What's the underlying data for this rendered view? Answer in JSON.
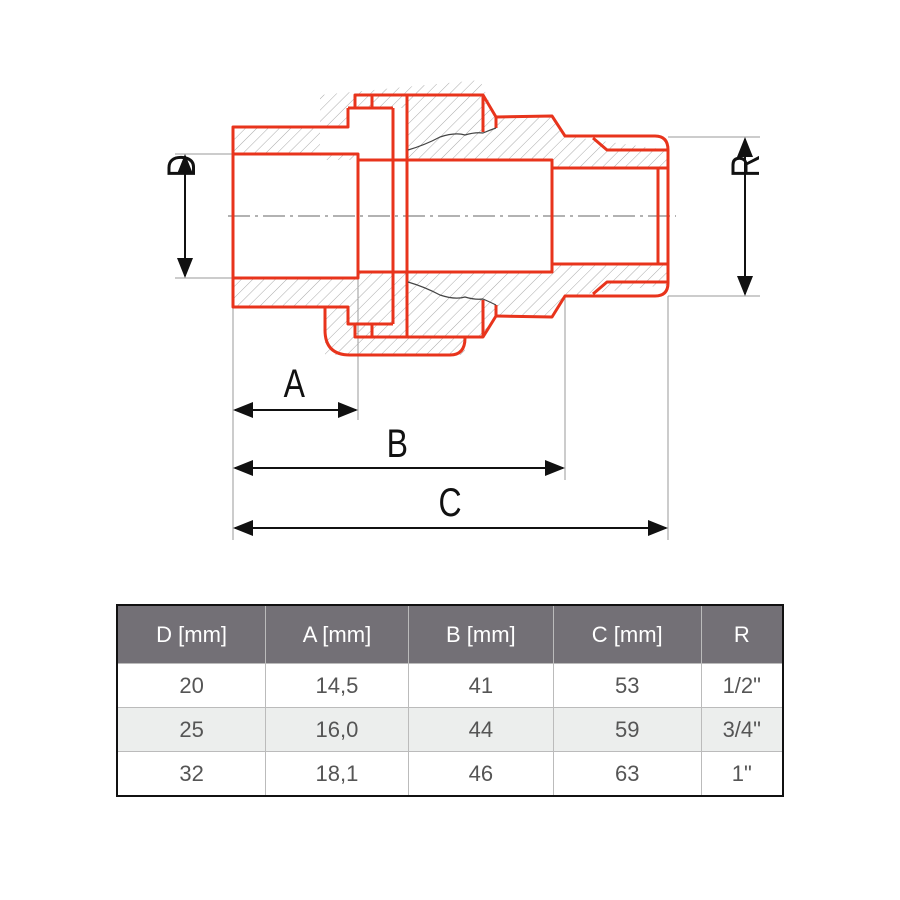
{
  "drawing": {
    "labels": {
      "D": "D",
      "R": "R",
      "A": "A",
      "B": "B",
      "C": "C"
    },
    "colors": {
      "outline": "#e8341c",
      "hatch": "#999999",
      "dimension": "#111111",
      "extension": "#999999"
    }
  },
  "table": {
    "headers": [
      "D [mm]",
      "A [mm]",
      "B [mm]",
      "C [mm]",
      "R"
    ],
    "rows": [
      [
        "20",
        "14,5",
        "41",
        "53",
        "1/2\""
      ],
      [
        "25",
        "16,0",
        "44",
        "59",
        "3/4\""
      ],
      [
        "32",
        "18,1",
        "46",
        "63",
        "1\""
      ]
    ],
    "colors": {
      "header_bg": "#737076",
      "alt_row_bg": "#eceeed"
    }
  }
}
